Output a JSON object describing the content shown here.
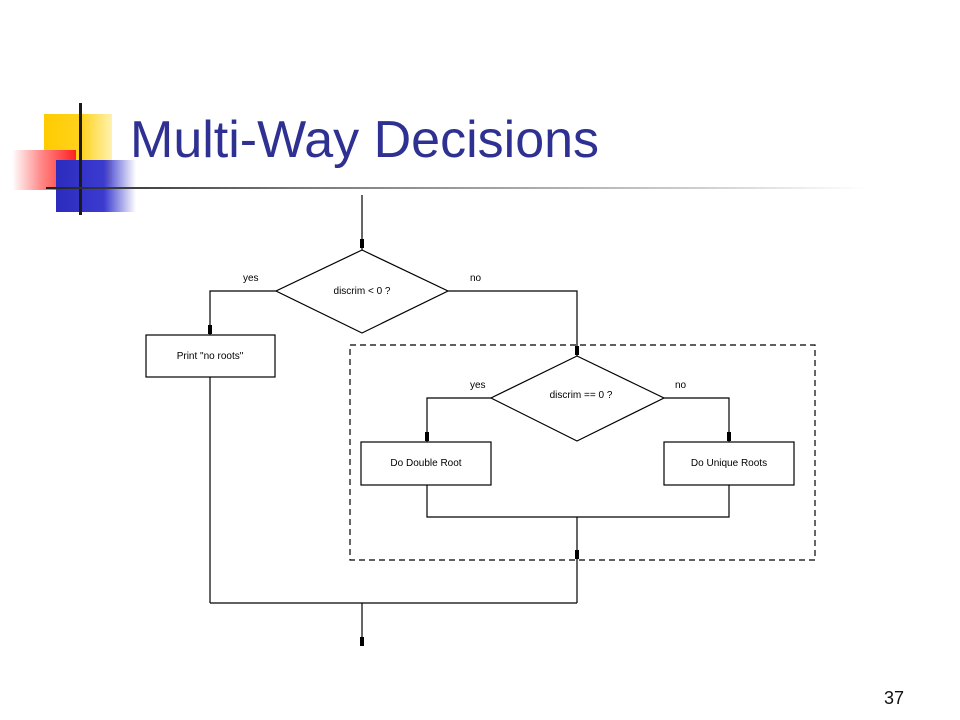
{
  "slide": {
    "title": "Multi-Way Decisions",
    "page_number": "37"
  },
  "flowchart": {
    "decision_outer": "discrim < 0 ?",
    "decision_inner": "discrim == 0 ?",
    "box_no_roots": "Print \"no roots\"",
    "box_double_root": "Do Double Root",
    "box_unique_roots": "Do Unique Roots",
    "label_yes": "yes",
    "label_no": "no"
  },
  "colors": {
    "title": "#2e3192",
    "line": "#000000",
    "deco_yellow": "#ffcc00",
    "deco_red": "#ff2020",
    "deco_blue": "#2b2bbd"
  }
}
